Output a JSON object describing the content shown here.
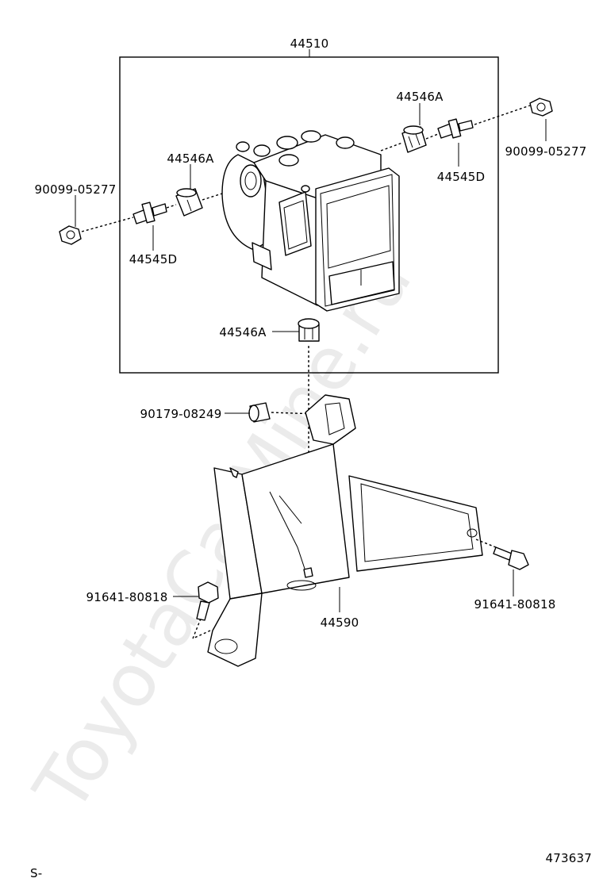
{
  "watermark": "ToyotaCarMine.ru",
  "labels": {
    "assembly": "44510",
    "cushion_right_top": "44546A",
    "cushion_left": "44546A",
    "cushion_bottom": "44546A",
    "stud_left": "44545D",
    "stud_right": "44545D",
    "nut_left": "90099-05277",
    "nut_right": "90099-05277",
    "grommet": "90179-08249",
    "bolt_left": "91641-80818",
    "bolt_right": "91641-80818",
    "bracket": "44590"
  },
  "footer": {
    "left_code": "S-",
    "diagram_number": "473637"
  }
}
